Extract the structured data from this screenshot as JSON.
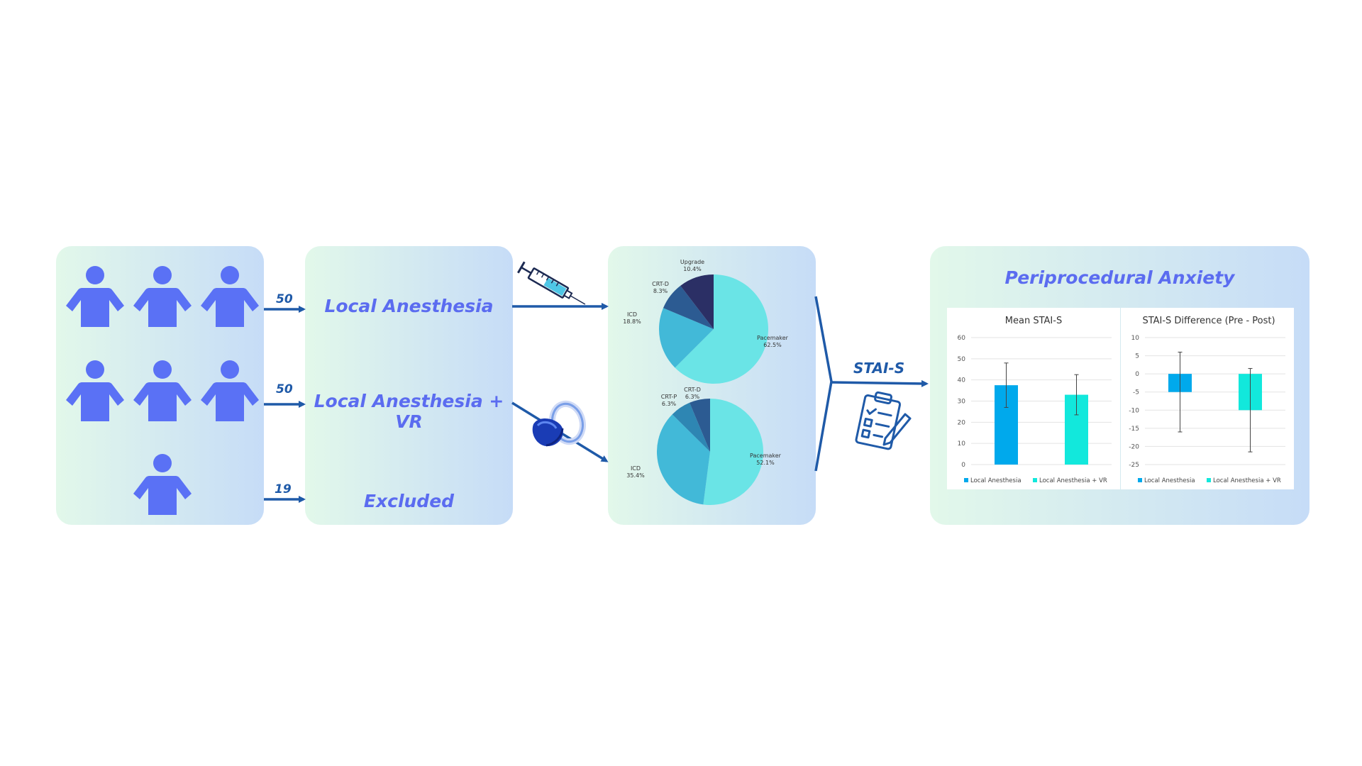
{
  "counts": {
    "local": "50",
    "vr": "50",
    "excluded": "19"
  },
  "groups": {
    "local": "Local Anesthesia",
    "vr": "Local Anesthesia + VR",
    "excluded": "Excluded"
  },
  "measure_label": "STAI-S",
  "results_title": "Periprocedural Anxiety",
  "icons": [
    "person-icon",
    "syringe-icon",
    "vr-headset-icon",
    "clipboard-checklist-icon"
  ],
  "colors": {
    "person": "#5a71f5",
    "arrow": "#1f5aa8",
    "group_text": "#5b6cf0",
    "bar_local": "#00a9ec",
    "bar_vr": "#12e8dc",
    "pie_pacemaker": "#6ae4e6",
    "pie_icd": "#42b9d8",
    "pie_crt_p": "#2e86b3",
    "pie_crt_d": "#2c5b92",
    "pie_upgrade": "#2b2f65"
  },
  "chart_data": [
    {
      "type": "pie",
      "group": "Local Anesthesia",
      "slices": [
        {
          "label": "Pacemaker",
          "value": 62.5,
          "text": "62.5%"
        },
        {
          "label": "ICD",
          "value": 18.8,
          "text": "18.8%"
        },
        {
          "label": "CRT-D",
          "value": 8.3,
          "text": "8.3%"
        },
        {
          "label": "Upgrade",
          "value": 10.4,
          "text": "10.4%"
        }
      ]
    },
    {
      "type": "pie",
      "group": "Local Anesthesia + VR",
      "slices": [
        {
          "label": "Pacemaker",
          "value": 52.1,
          "text": "52.1%"
        },
        {
          "label": "ICD",
          "value": 35.4,
          "text": "35.4%"
        },
        {
          "label": "CRT-P",
          "value": 6.3,
          "text": "6.3%"
        },
        {
          "label": "CRT-D",
          "value": 6.3,
          "text": "6.3%"
        }
      ]
    },
    {
      "type": "bar",
      "title": "Mean STAI-S",
      "categories": [
        "Local Anesthesia",
        "Local Anesthesia + VR"
      ],
      "values": [
        37.5,
        33
      ],
      "error": [
        10.5,
        9.5
      ],
      "ylim": [
        0,
        60
      ],
      "yticks": [
        0,
        10,
        20,
        30,
        40,
        50,
        60
      ],
      "legend": [
        "Local Anesthesia",
        "Local Anesthesia + VR"
      ],
      "legend_position": "bottom",
      "grid": true
    },
    {
      "type": "bar",
      "title": "STAI-S Difference (Pre - Post)",
      "categories": [
        "Local Anesthesia",
        "Local Anesthesia + VR"
      ],
      "values": [
        -5,
        -10
      ],
      "error": [
        11,
        11.5
      ],
      "ylim": [
        -25,
        10
      ],
      "yticks": [
        10,
        5,
        0,
        -5,
        -10,
        -15,
        -20,
        -25
      ],
      "legend": [
        "Local Anesthesia",
        "Local Anesthesia + VR"
      ],
      "legend_position": "bottom",
      "grid": true
    }
  ]
}
